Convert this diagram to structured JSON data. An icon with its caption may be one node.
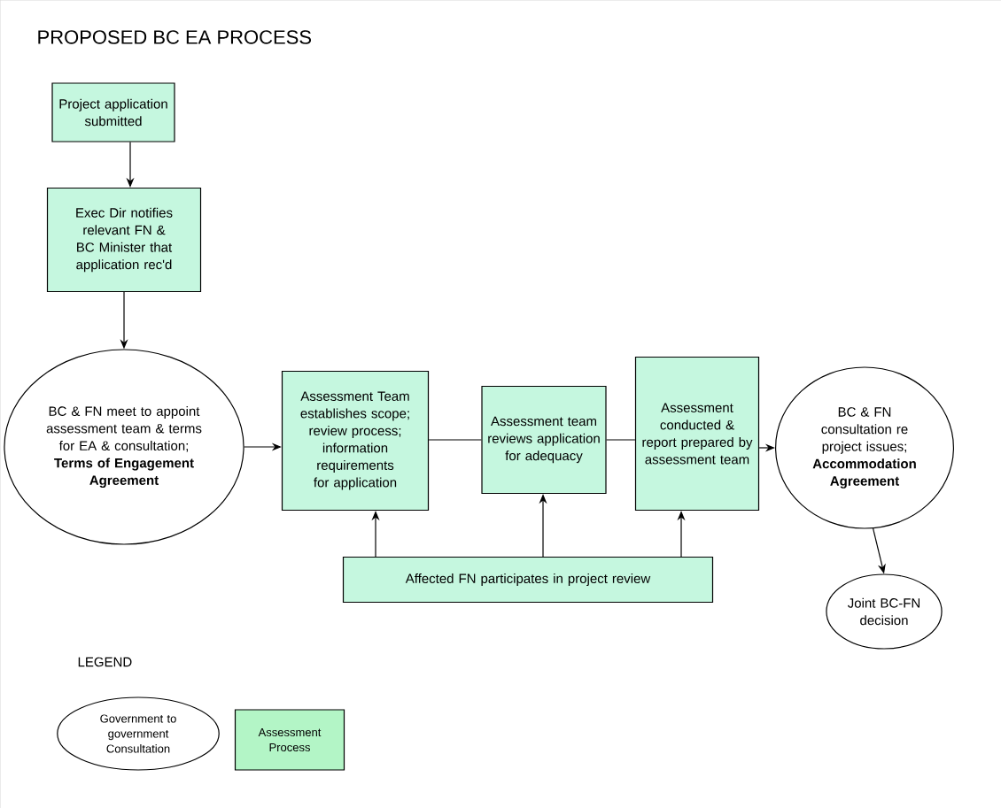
{
  "diagram": {
    "title": "PROPOSED BC EA PROCESS",
    "nodes": [
      {
        "text": [
          "Project application submitted"
        ]
      },
      {
        "text": [
          "Exec Dir notifies relevant FN & BC Minister that application rec'd"
        ]
      },
      {
        "text": [
          "BC & FN meet to appoint assessment team & terms for EA & consultation;",
          "Terms of Engagement Agreement"
        ]
      },
      {
        "text": [
          "Assessment Team establishes scope; review process; information requirements for application"
        ]
      },
      {
        "text": [
          "Assessment team reviews application for adequacy"
        ]
      },
      {
        "text": [
          "Assessment conducted & report prepared by assessment team"
        ]
      },
      {
        "text": [
          "BC & FN consultation re project issues;",
          "Accommodation Agreement"
        ]
      },
      {
        "text": [
          "Joint BC-FN decision"
        ]
      },
      {
        "text": [
          "Affected FN participates in project review"
        ]
      }
    ],
    "edges": [
      {
        "from": 0,
        "to": 1,
        "arrow": "to"
      },
      {
        "from": 1,
        "to": 2,
        "arrow": "to"
      },
      {
        "from": 2,
        "to": 3,
        "arrow": "to"
      },
      {
        "from": 3,
        "to": 4,
        "arrow": "none"
      },
      {
        "from": 4,
        "to": 5,
        "arrow": "none"
      },
      {
        "from": 5,
        "to": 6,
        "arrow": "to"
      },
      {
        "from": 6,
        "to": 7,
        "arrow": "to"
      },
      {
        "from": 8,
        "to": 3,
        "arrow": "to"
      },
      {
        "from": 8,
        "to": 4,
        "arrow": "to"
      },
      {
        "from": 8,
        "to": 5,
        "arrow": "to"
      }
    ],
    "labels": [
      "LEGEND"
    ],
    "legend": [
      {
        "text": "Government to government Consultation"
      },
      {
        "text": "Assessment Process",
        "color": "#b3f5c6"
      }
    ]
  }
}
